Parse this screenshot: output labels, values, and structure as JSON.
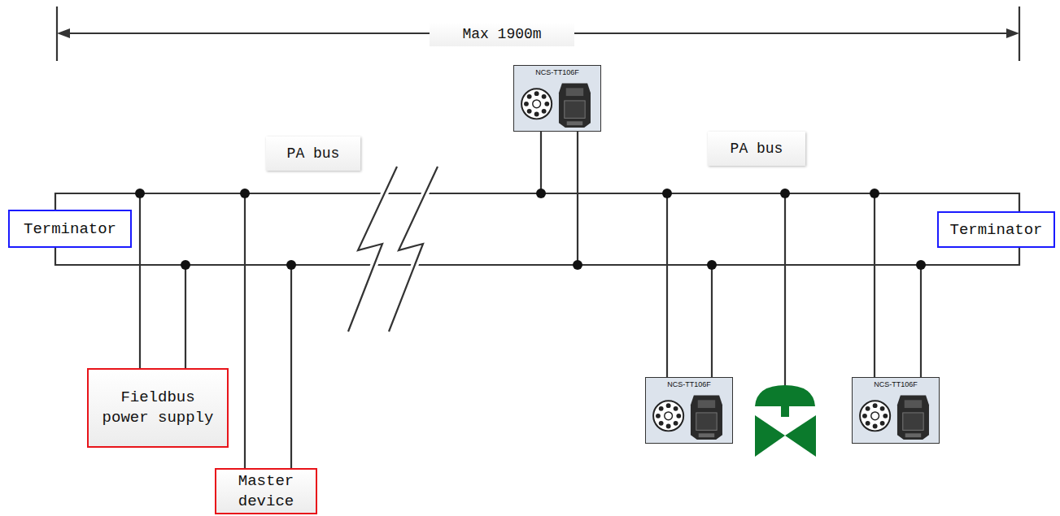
{
  "diagram": {
    "nodes": [
      {
        "text": [
          "Terminator"
        ]
      },
      {
        "text": [
          "Fieldbus power supply"
        ]
      },
      {
        "text": [
          "Master device"
        ]
      },
      {
        "text": [
          "NCS-TT106F"
        ]
      },
      {
        "text": [
          "NCS-TT106F"
        ]
      },
      {
        "text": [
          "NCS-TT106F"
        ]
      },
      {
        "text": [
          "Terminator"
        ]
      }
    ],
    "edges": [
      {
        "from": 0,
        "to": 6,
        "arrow": "none"
      },
      {
        "from": 0,
        "to": 6,
        "arrow": "none"
      }
    ],
    "labels": [
      "Max 1900m",
      "PA bus",
      "PA bus"
    ]
  }
}
